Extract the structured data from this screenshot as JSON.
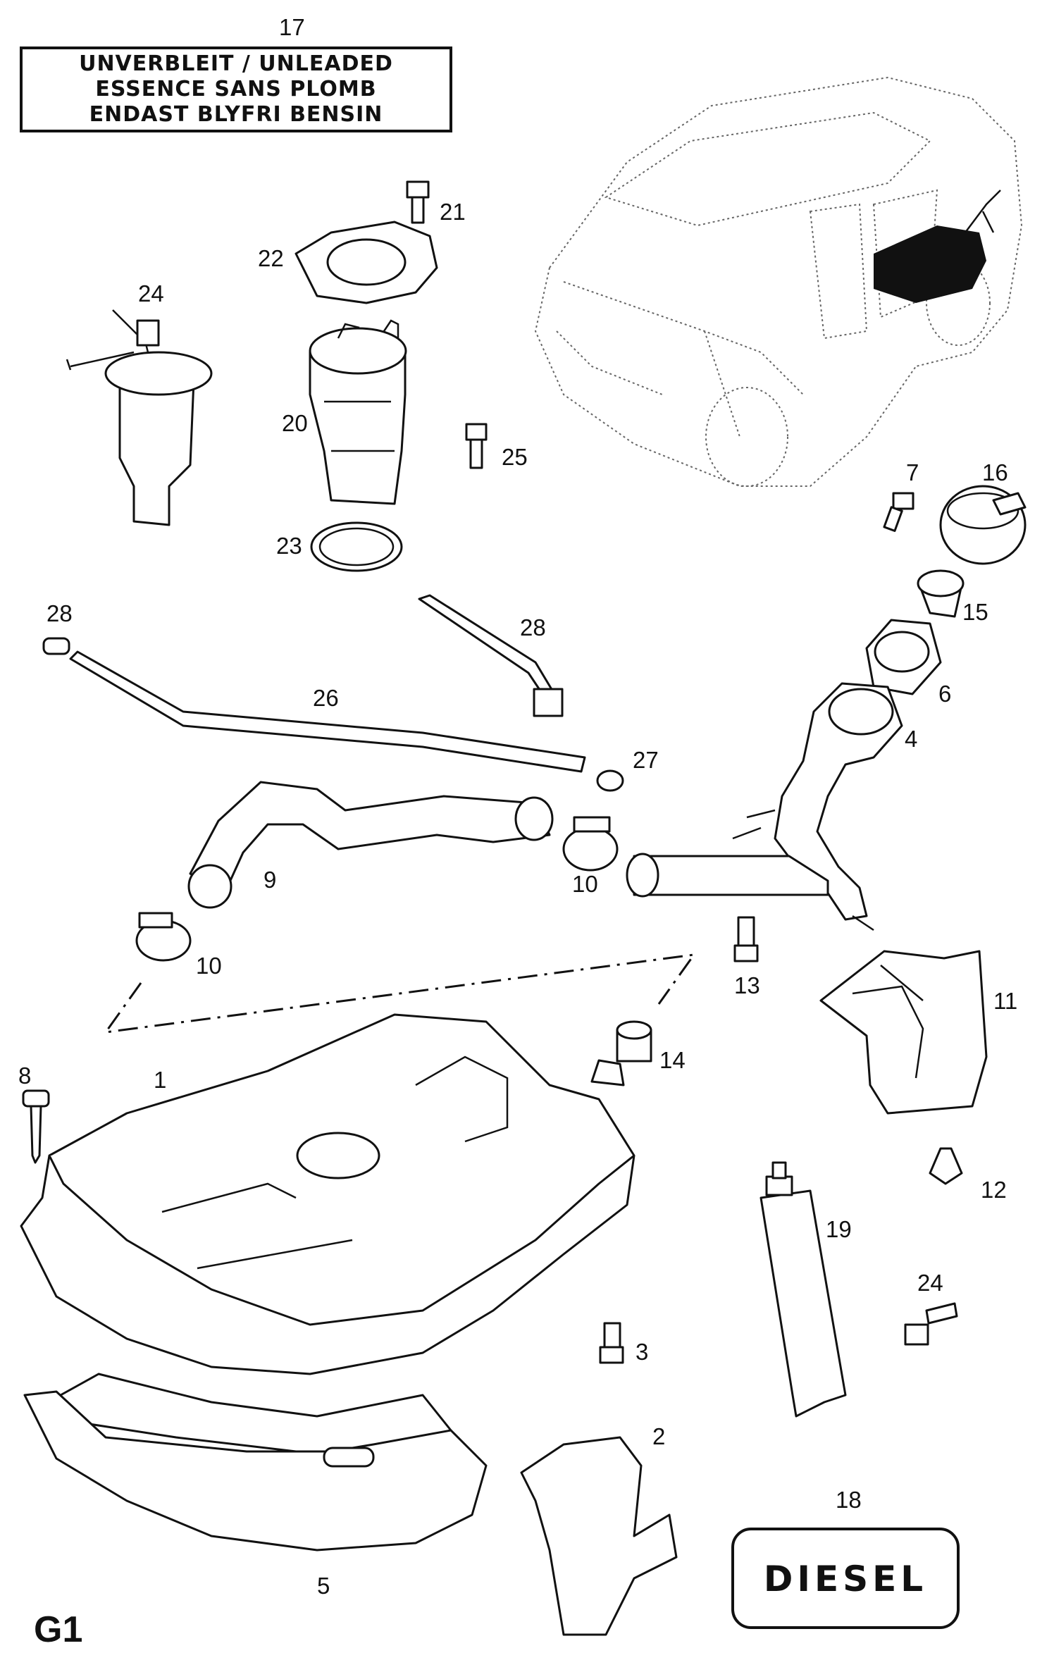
{
  "sticker_unleaded": {
    "line1": "UNVERBLEIT / UNLEADED",
    "line2": "ESSENCE SANS PLOMB",
    "line3": "ENDAST BLYFRI BENSIN"
  },
  "sticker_diesel": {
    "text": "DIESEL"
  },
  "figure_code": "G1",
  "callouts": {
    "p1": "1",
    "p2": "2",
    "p3": "3",
    "p4": "4",
    "p5": "5",
    "p6": "6",
    "p7": "7",
    "p8": "8",
    "p9": "9",
    "p10a": "10",
    "p10b": "10",
    "p11": "11",
    "p12": "12",
    "p13": "13",
    "p14": "14",
    "p15": "15",
    "p16": "16",
    "p17": "17",
    "p18": "18",
    "p19": "19",
    "p20": "20",
    "p21": "21",
    "p22": "22",
    "p23": "23",
    "p24a": "24",
    "p24b": "24",
    "p25": "25",
    "p26": "26",
    "p27": "27",
    "p28a": "28",
    "p28b": "28"
  }
}
